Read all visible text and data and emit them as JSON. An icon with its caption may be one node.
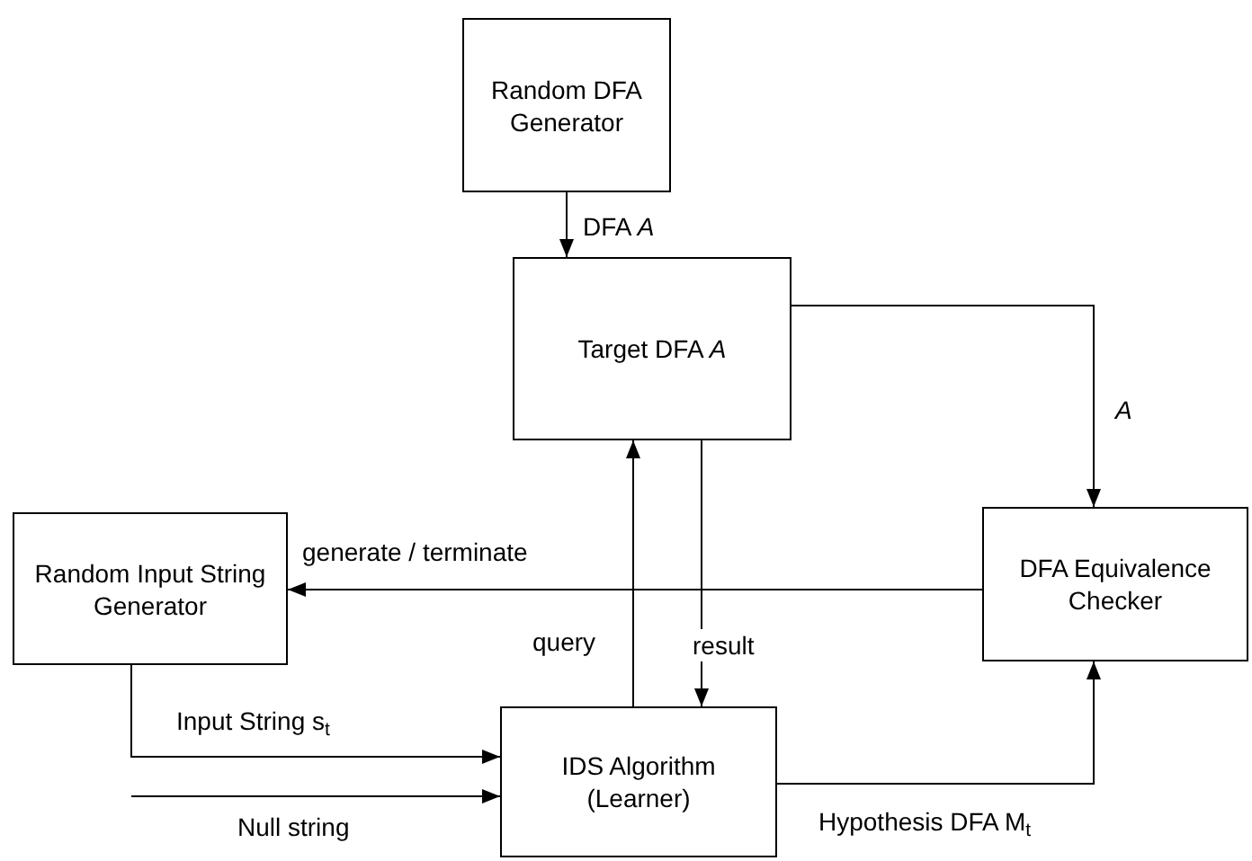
{
  "diagram": {
    "nodes": [
      {
        "text": [
          "Random DFA Generator"
        ]
      },
      {
        "text": [
          "Target DFA *A*"
        ]
      },
      {
        "text": [
          "Random Input String Generator"
        ]
      },
      {
        "text": [
          "DFA Equivalence Checker"
        ]
      },
      {
        "text": [
          "IDS Algorithm (Learner)"
        ]
      }
    ],
    "edges": [
      {
        "from": 0,
        "to": 1,
        "arrow": "to",
        "label": "DFA *A*"
      },
      {
        "from": 1,
        "to": 3,
        "arrow": "to",
        "label": "A"
      },
      {
        "from": 3,
        "to": 2,
        "arrow": "to",
        "label": "generate / terminate"
      },
      {
        "from": 4,
        "to": 1,
        "arrow": "to",
        "label": "query"
      },
      {
        "from": 1,
        "to": 4,
        "arrow": "to",
        "label": "result"
      },
      {
        "from": 2,
        "to": 4,
        "arrow": "to",
        "label": "Input String s$_{t}$"
      },
      {
        "from": null,
        "to": 4,
        "arrow": "to",
        "label": "Null string"
      },
      {
        "from": 4,
        "to": 3,
        "arrow": "to",
        "label": "Hypothesis DFA M$_{t}$"
      }
    ]
  }
}
